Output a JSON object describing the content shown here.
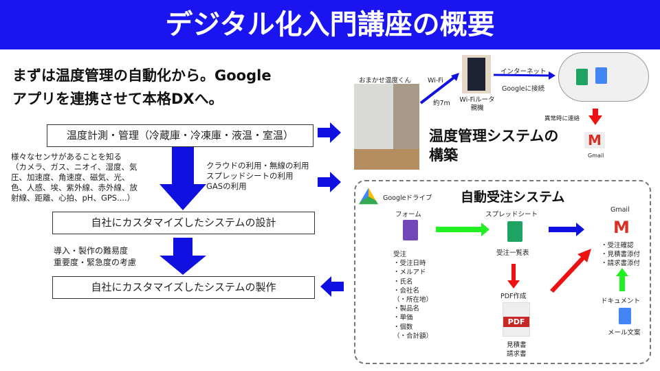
{
  "title": "デジタル化入門講座の概要",
  "intro": {
    "line1": "まずは温度管理の自動化から。Google",
    "line2": "アプリを連携させて本格DXへ。"
  },
  "flow": {
    "box1": "温度計測・管理（冷蔵庫・冷凍庫・液温・室温）",
    "sensors": [
      "様々なセンサがあることを知る",
      "（カメラ、ガス、ニオイ、湿度、気",
      "圧、加速度、角速度、磁気、光、",
      "色、人感、埃、紫外線、赤外線、放",
      "射線、距離、心拍、pH、GPS....）"
    ],
    "cloud_use": [
      "クラウドの利用・無線の利用",
      "スプレッドシートの利用",
      "GASの利用"
    ],
    "box2": "自社にカスタマイズしたシステムの設計",
    "considerations": [
      "導入・製作の難易度",
      "重要度・緊急度の考慮"
    ],
    "box3": "自社にカスタマイズしたシステムの製作"
  },
  "temp_system": {
    "device_label": "おまかせ温度くん",
    "wifi": "Wi-Fi",
    "distance": "約7m",
    "router_label": [
      "Wi-Fiルータ",
      "親機"
    ],
    "internet": "インターネット",
    "google_connect": "Googleに接続",
    "alert": "異常時に連絡",
    "gmail": "Gmail",
    "heading": [
      "温度管理システムの",
      "構築"
    ]
  },
  "order_system": {
    "drive": "Googleドライブ",
    "heading": "自動受注システム",
    "form": "フォーム",
    "sheet": "スプレッドシート",
    "gmail": "Gmail",
    "order_label": "受注",
    "order_items": [
      "・受注日時",
      "・メルアド",
      "・氏名",
      "・会社名",
      "（・所在地）",
      "・製品名",
      "・単価",
      "・個数",
      "（・合計額）"
    ],
    "sheet_caption": "受注一覧表",
    "pdf_create": "PDF作成",
    "pdf_icon": "PDF",
    "pdf_docs": [
      "見積書",
      "請求書"
    ],
    "gmail_items": [
      "・受注確認",
      "・見積書添付",
      "・請求書添付"
    ],
    "document": "ドキュメント",
    "mail_draft": "メール文案"
  },
  "colors": {
    "header": "#1a14f0",
    "blue_arrow": "#1010e0",
    "green_arrow": "#22f022",
    "red_arrow": "#ee1111"
  }
}
